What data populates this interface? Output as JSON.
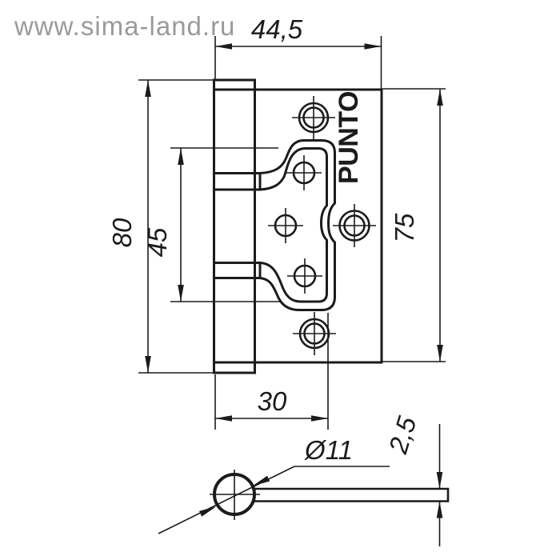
{
  "watermark": {
    "text": "www.sima-land.ru",
    "color": "#9a9a9a"
  },
  "brand": {
    "label": "PUNTO"
  },
  "line_color": "#1b1b1b",
  "dimensions": {
    "top_width": "44,5",
    "overall_height": "80",
    "cutout_height": "45",
    "plate_height": "75",
    "bottom_width": "30",
    "knuckle_diameter": "Ø11",
    "plate_thickness": "2,5"
  }
}
